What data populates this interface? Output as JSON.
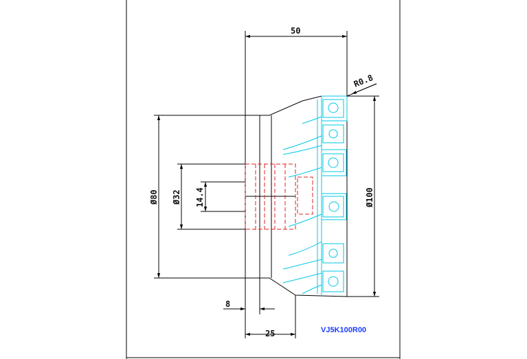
{
  "drawing": {
    "model_code": "VJ5K100R00",
    "dimensions": {
      "overall_length": "50",
      "corner_radius": "R0.8",
      "cutter_diameter": "Ø100",
      "body_diameter": "Ø80",
      "bore_diameter": "Ø32",
      "keyway_width": "14.4",
      "flange_thickness": "8",
      "body_length": "25"
    },
    "colors": {
      "line": "#000000",
      "insert": "#00c8e6",
      "hidden": "#e02020",
      "model_text": "#1a3cff"
    }
  }
}
